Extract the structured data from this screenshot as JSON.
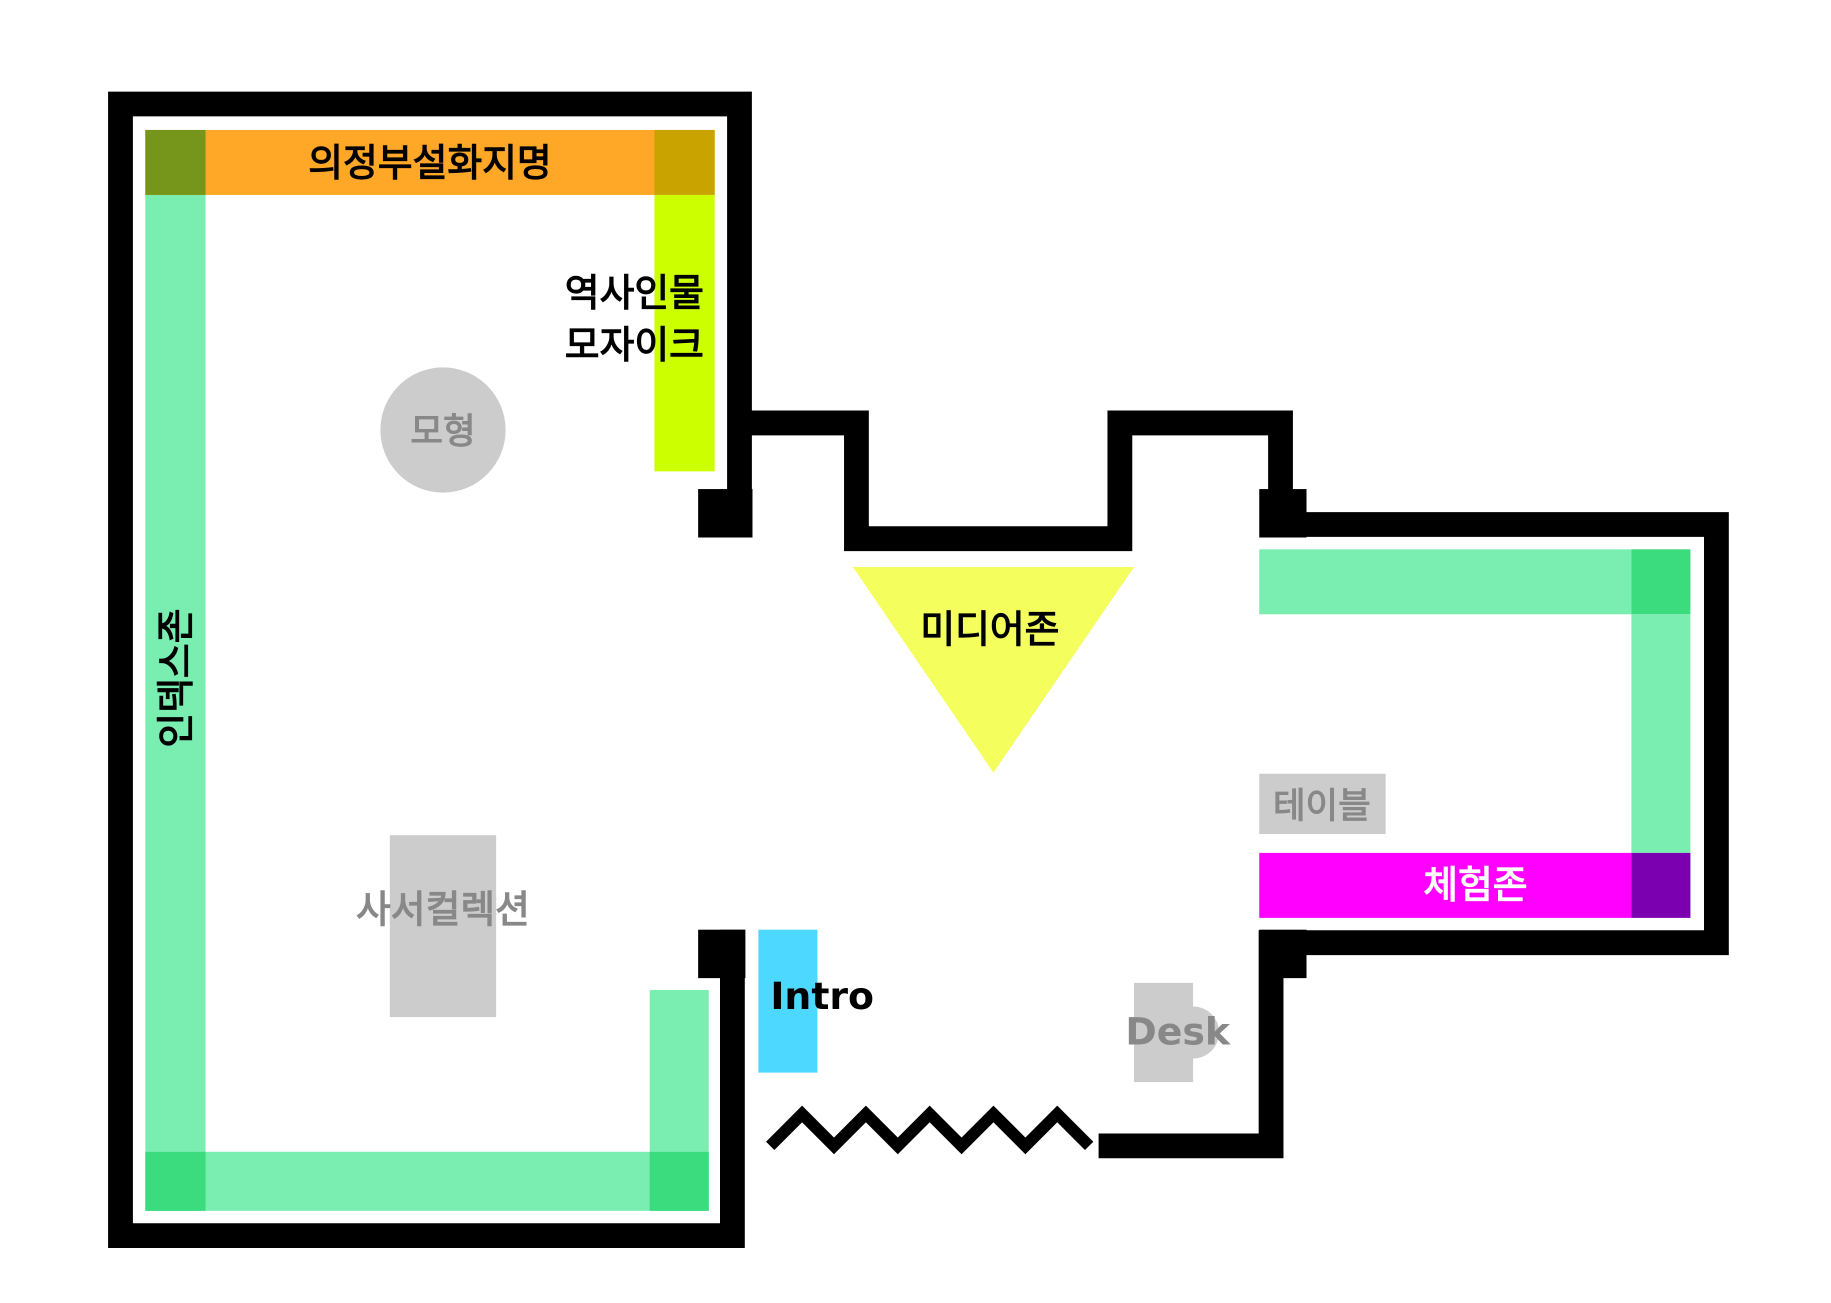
{
  "zones": {
    "place_names": "의정부설화지명",
    "mosaic_line1": "역사인물",
    "mosaic_line2": "모자이크",
    "model": "모형",
    "index_zone": "인덱스존",
    "librarian_collection": "사서컬렉션",
    "media_zone": "미디어존",
    "table": "테이블",
    "experience_zone": "체험존",
    "intro": "Intro",
    "desk": "Desk"
  },
  "colors": {
    "wall": "#000000",
    "mint": "#7aedb1",
    "green_dark": "#3bdc7e",
    "orange": "#ffa726",
    "olive": "#76961b",
    "gold": "#c9a300",
    "lime": "#ccff00",
    "gray": "#cccccc",
    "gray_text": "#888888",
    "yellow": "#f4ff5e",
    "cyan": "#4dd8ff",
    "magenta": "#ff00ff",
    "purple": "#7a00b0"
  }
}
